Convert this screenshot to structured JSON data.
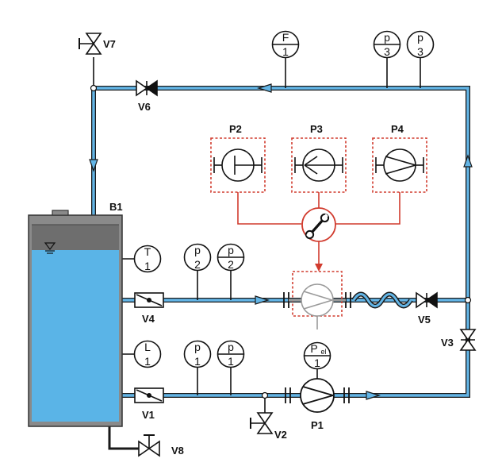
{
  "colors": {
    "pipe_outline": "#1a1a1a",
    "pipe_fill": "#63b5e6",
    "tank_water": "#5ab4e7",
    "accent_red": "#d13b2e",
    "inactive_grey": "#9a9a9a"
  },
  "labels": {
    "tank": "B1",
    "v1": "V1",
    "v2": "V2",
    "v3": "V3",
    "v4": "V4",
    "v5": "V5",
    "v6": "V6",
    "v7": "V7",
    "v8": "V8",
    "p1": "P1",
    "p2": "P2",
    "p3": "P3",
    "p4": "P4"
  },
  "instruments": {
    "flow_top": {
      "letter": "F",
      "index": "1"
    },
    "press_top_a": {
      "letter": "p",
      "index": "3"
    },
    "press_top_b": {
      "letter": "p",
      "index": "3"
    },
    "temp": {
      "letter": "T",
      "index": "1"
    },
    "level": {
      "letter": "L",
      "index": "1"
    },
    "press_mid_a": {
      "letter": "p",
      "index": "2"
    },
    "press_mid_b": {
      "letter": "p",
      "index": "2"
    },
    "press_low_a": {
      "letter": "p",
      "index": "1"
    },
    "press_low_b": {
      "letter": "p",
      "index": "1"
    },
    "power": {
      "letter": "P",
      "sub": "el",
      "index": "1"
    }
  },
  "icons": {
    "exchange": "wrench-icon"
  }
}
